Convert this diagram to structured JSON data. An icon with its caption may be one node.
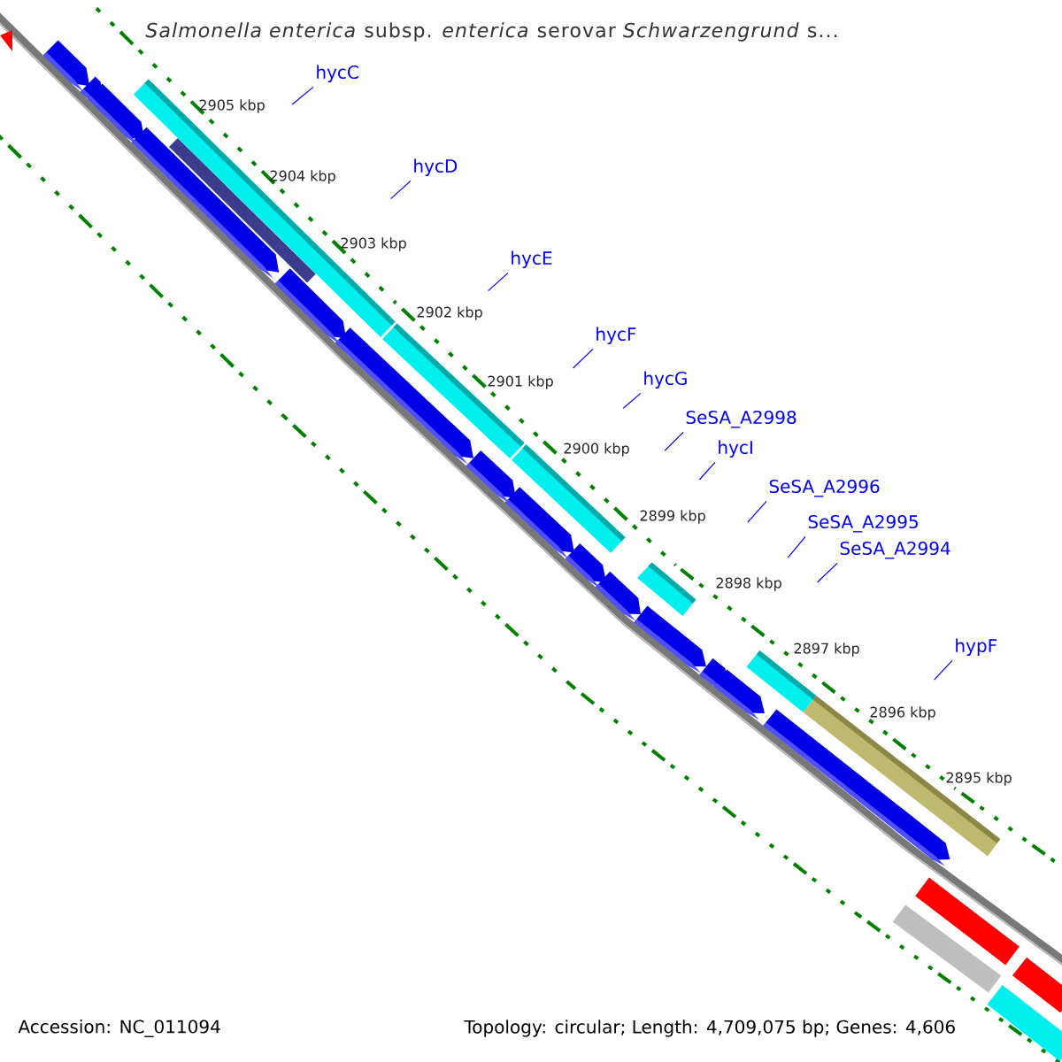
{
  "diagram": {
    "title": "*Salmonella enterica* subsp. *enterica* serovar *Schwarzengrund* s...",
    "nodes": [
      {
        "text": [
          "hycC"
        ]
      },
      {
        "text": [
          "hycD"
        ]
      },
      {
        "text": [
          "hycE"
        ]
      },
      {
        "text": [
          "hycF"
        ]
      },
      {
        "text": [
          "hycG"
        ]
      },
      {
        "text": [
          "SeSA_A2998"
        ]
      },
      {
        "text": [
          "hycI"
        ]
      },
      {
        "text": [
          "SeSA_A2996"
        ]
      },
      {
        "text": [
          "SeSA_A2995"
        ]
      },
      {
        "text": [
          "SeSA_A2994"
        ]
      },
      {
        "text": [
          "hypF"
        ]
      }
    ],
    "edges": [
      {
        "from": 0,
        "to": null,
        "arrow": "none"
      },
      {
        "from": 1,
        "to": null,
        "arrow": "none"
      },
      {
        "from": 2,
        "to": null,
        "arrow": "none"
      },
      {
        "from": 3,
        "to": null,
        "arrow": "none"
      },
      {
        "from": 4,
        "to": null,
        "arrow": "none"
      },
      {
        "from": 5,
        "to": null,
        "arrow": "none"
      },
      {
        "from": 6,
        "to": null,
        "arrow": "none"
      },
      {
        "from": 7,
        "to": null,
        "arrow": "none"
      },
      {
        "from": 8,
        "to": null,
        "arrow": "none"
      },
      {
        "from": 9,
        "to": null,
        "arrow": "none"
      },
      {
        "from": 10,
        "to": null,
        "arrow": "none"
      }
    ],
    "labels": [
      "2905 kbp",
      "2904 kbp",
      "2903 kbp",
      "2902 kbp",
      "2901 kbp",
      "2900 kbp",
      "2899 kbp",
      "2898 kbp",
      "2897 kbp",
      "2896 kbp",
      "2895 kbp",
      "Accession: NC_011094",
      "Topology: circular; Length: 4,709,075 bp; Genes: 4,606"
    ]
  }
}
